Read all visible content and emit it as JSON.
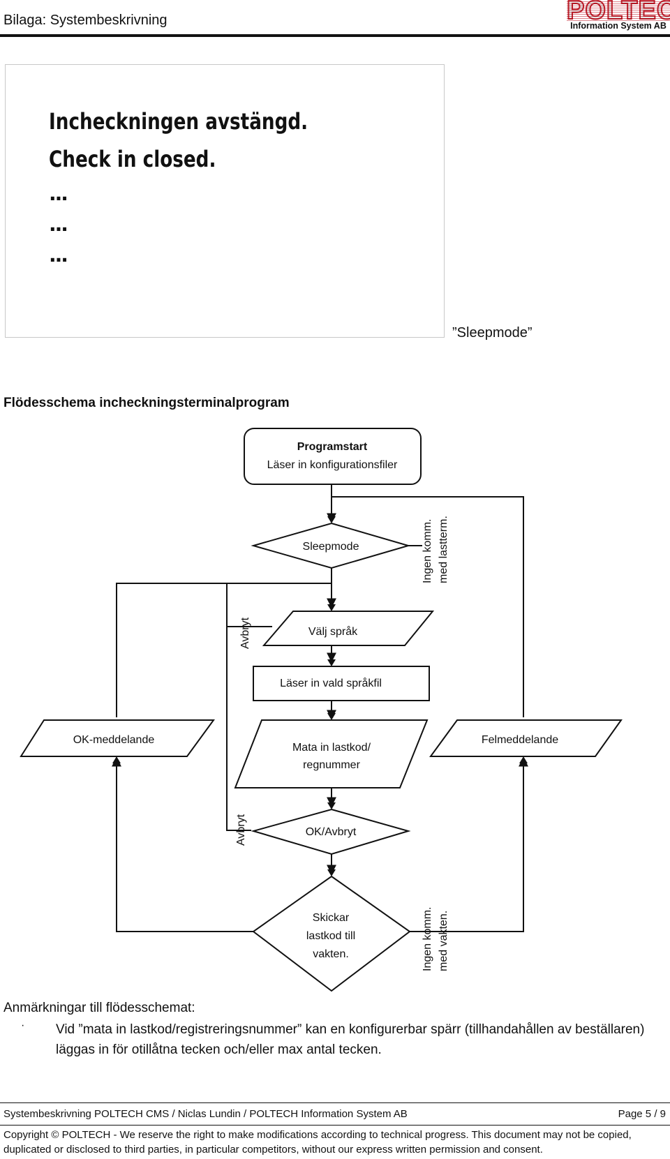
{
  "header": {
    "title": "Bilaga: Systembeskrivning",
    "logo_word": "POLTECH",
    "logo_sub": "Information System AB",
    "brand_color": "#c2202e"
  },
  "screen_preview": {
    "line1": "Incheckningen avstängd.",
    "line2": "Check in closed.",
    "dots": [
      "...",
      "...",
      "..."
    ],
    "caption": "”Sleepmode”"
  },
  "flowchart": {
    "title": "Flödesschema incheckningsterminalprogram",
    "start_title": "Programstart",
    "start_sub": "Läser in konfigurationsfiler",
    "sleepmode": "Sleepmode",
    "no_comm_term_1": "Ingen komm.",
    "no_comm_term_2": "med lastterm.",
    "cancel_1": "Avbryt",
    "choose_lang": "Välj språk",
    "read_lang_file": "Läser in vald språkfil",
    "ok_message": "OK-meddelande",
    "enter_code_1": "Mata in lastkod/",
    "enter_code_2": "regnummer",
    "error_message": "Felmeddelande",
    "cancel_2": "Avbryt",
    "ok_cancel": "OK/Avbryt",
    "send_1": "Skickar",
    "send_2": "lastkod  till",
    "send_3": "vakten.",
    "no_comm_guard_1": "Ingen komm.",
    "no_comm_guard_2": "med vakten."
  },
  "notes": {
    "title": "Anmärkningar till flödesschemat:",
    "bullet": "·",
    "item": "Vid ”mata in lastkod/registreringsnummer” kan en konfigurerbar spärr (tillhandahållen av beställaren) läggas in för otillåtna tecken och/eller max antal tecken."
  },
  "footer": {
    "left": "Systembeskrivning POLTECH CMS / Niclas Lundin / POLTECH Information System AB",
    "page": "Page 5 / 9",
    "copyright": "Copyright © POLTECH - We reserve the right to make modifications according to technical progress. This document may not be copied, duplicated or disclosed to third parties, in particular competitors, without our express written permission and consent."
  }
}
